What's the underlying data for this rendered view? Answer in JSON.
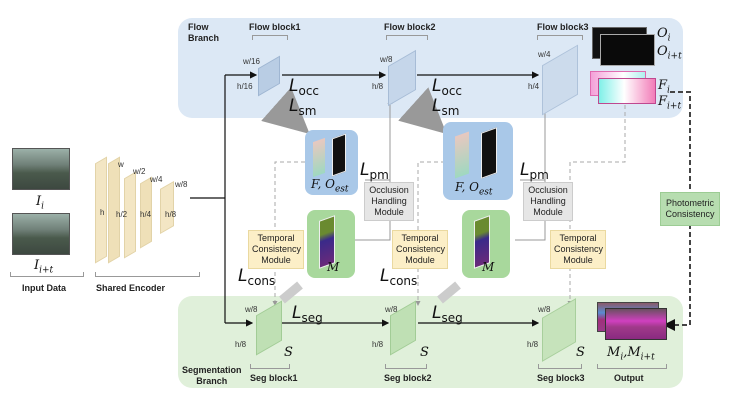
{
  "input": {
    "title": "Input Data",
    "img1_label": "I",
    "img1_sub": "i",
    "img2_label": "I",
    "img2_sub": "i+t"
  },
  "encoder": {
    "title": "Shared Encoder",
    "widths": [
      "w",
      "w/2",
      "w/4",
      "w/8"
    ],
    "heights": [
      "h",
      "h/2",
      "h/4",
      "h/8"
    ]
  },
  "flow_branch": {
    "title_line1": "Flow",
    "title_line2": "Branch",
    "blocks": [
      {
        "name": "Flow block1",
        "w": "w/16",
        "h": "h/16"
      },
      {
        "name": "Flow block2",
        "w": "w/8",
        "h": "h/8"
      },
      {
        "name": "Flow block3",
        "w": "w/4",
        "h": "h/4"
      }
    ],
    "outputs": {
      "O_label": "O",
      "O_sub1": "i",
      "O_sub2": "i+t",
      "F_label": "F",
      "F_sub1": "i",
      "F_sub2": "i+t"
    }
  },
  "seg_branch": {
    "title_line1": "Segmentation",
    "title_line2": "Branch",
    "blocks": [
      {
        "name": "Seg block1",
        "w": "w/8",
        "h": "h/8",
        "s": "S"
      },
      {
        "name": "Seg block2",
        "w": "w/8",
        "h": "h/8",
        "s": "S"
      },
      {
        "name": "Seg block3",
        "w": "w/8",
        "h": "h/8",
        "s": "S"
      }
    ],
    "output_title": "Output",
    "output_label": "M",
    "output_sub1": "i",
    "output_sub2": "i+t"
  },
  "losses": {
    "L": "L",
    "occ": "occ",
    "sm": "sm",
    "pm": "pm",
    "cons": "cons",
    "seg": "seg"
  },
  "modules": {
    "occlusion": [
      "Occlusion",
      "Handling",
      "Module"
    ],
    "temporal": [
      "Temporal",
      "Consistency",
      "Module"
    ],
    "photometric": [
      "Photometric",
      "Consistency"
    ]
  },
  "intermediate": {
    "F": "F",
    "comma": ",",
    "O": "O",
    "O_sub": "est",
    "M": "M"
  },
  "colors": {
    "flow_branch_bg": "#dce8f5",
    "seg_branch_bg": "#e0f0da",
    "encoder": "#f3e6c4",
    "temporal_module": "#fcefc7",
    "occlusion_module": "#e6e6e6",
    "photometric_module": "#b7ddb0"
  }
}
